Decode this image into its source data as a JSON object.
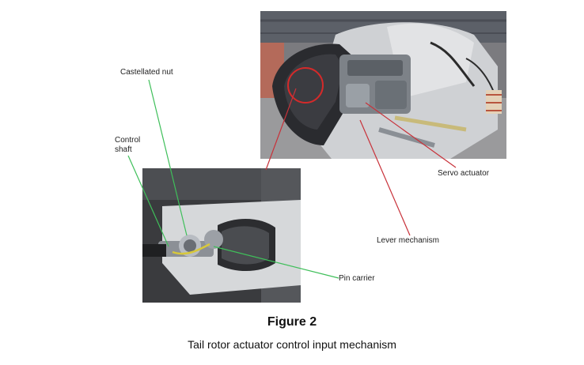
{
  "figure": {
    "title": "Figure 2",
    "caption": "Tail rotor actuator control input mechanism"
  },
  "callouts": {
    "castellated_nut": "Castellated nut",
    "control_shaft_line1": "Control",
    "control_shaft_line2": "shaft",
    "servo_actuator": "Servo actuator",
    "lever_mechanism": "Lever mechanism",
    "pin_carrier": "Pin carrier"
  },
  "colors": {
    "leader_green": "#3fbf5a",
    "leader_red": "#c8323a",
    "circle_red": "#d42a2a"
  }
}
